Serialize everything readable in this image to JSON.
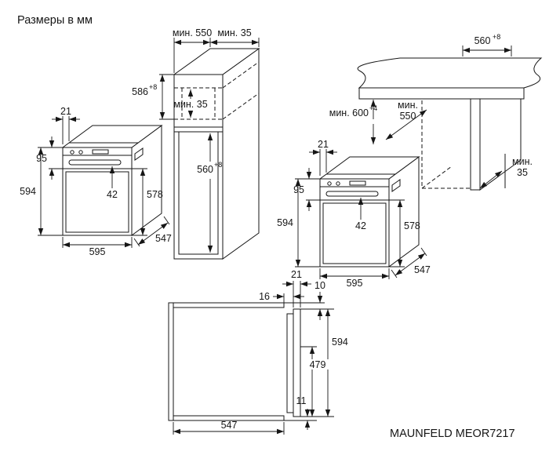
{
  "title": "Размеры в мм",
  "model": "MAUNFELD MEOR7217",
  "colors": {
    "ink": "#161616",
    "background": "#ffffff"
  },
  "tall_unit": {
    "depth_min": "мин. 550",
    "rear_gap_min": "мин. 35",
    "niche_height": "586",
    "niche_height_tol": "+8",
    "vent_min": "мин. 35",
    "inner_dim": "560",
    "inner_dim_tol": "+8"
  },
  "oven_left": {
    "door_offset": "21",
    "panel_height": "95",
    "height": "594",
    "handle_dist": "42",
    "door_height": "578",
    "width": "595",
    "depth": "547"
  },
  "base_unit": {
    "niche_width": "560",
    "niche_width_tol": "+8",
    "worktop_height": "мин. 600",
    "worktop_height_tol": "+4",
    "niche_depth_word": "мин.",
    "niche_depth_value": "550",
    "rear_gap_word": "мин.",
    "rear_gap_value": "35"
  },
  "oven_right": {
    "door_offset": "21",
    "panel_height": "95",
    "height": "594",
    "handle_dist": "42",
    "door_height": "578",
    "width": "595",
    "depth": "547"
  },
  "side_view": {
    "door_thickness": "21",
    "front_gap": "16",
    "top_gap": "10",
    "height": "594",
    "lower_height": "479",
    "depth": "547",
    "bottom_gap": "11"
  }
}
